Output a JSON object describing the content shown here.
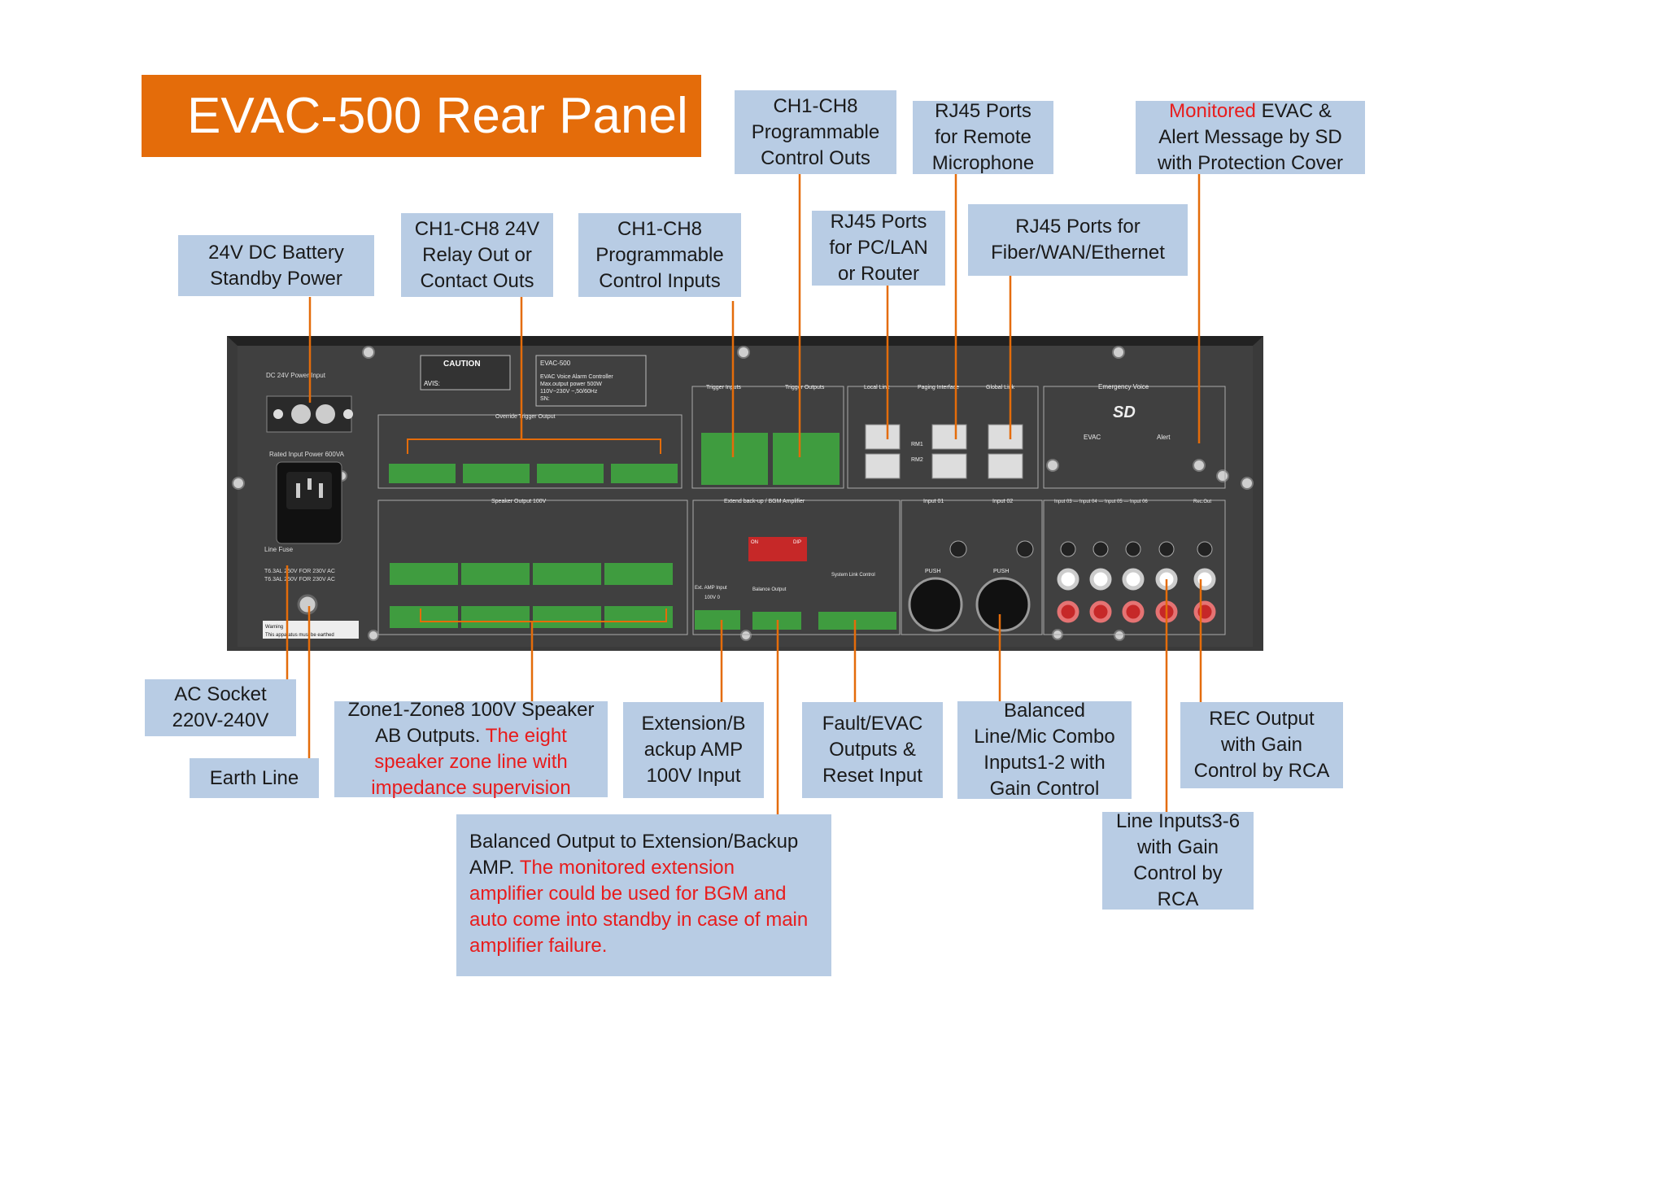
{
  "title": "EVAC-500 Rear Panel",
  "callouts": {
    "battery": [
      "24V DC Battery",
      "Standby  Power"
    ],
    "relay": [
      "CH1-CH8 24V",
      "Relay Out or",
      "Contact Outs"
    ],
    "prog_inputs": [
      "CH1-CH8",
      "Programmable",
      "Control  Inputs"
    ],
    "prog_outs": [
      "CH1-CH8",
      "Programmable",
      "Control  Outs"
    ],
    "rj45_mic": [
      "RJ45 Ports",
      "for Remote",
      "Microphone"
    ],
    "monitored": {
      "highlight": "Monitored",
      "rest": " EVAC &",
      "line2": "Alert Message by SD",
      "line3": "with Protection Cover"
    },
    "rj45_pc": [
      "RJ45 Ports",
      "for PC/LAN",
      "or Router"
    ],
    "rj45_fiber": [
      "RJ45 Ports for",
      "Fiber/WAN/Ethernet"
    ],
    "ac_socket": [
      "AC Socket",
      "220V-240V"
    ],
    "earth": "Earth Line",
    "zone": {
      "line1": "Zone1-Zone8 100V Speaker",
      "line2a": "AB Outputs. ",
      "line2b": "The eight",
      "line3": "speaker zone line with",
      "line4": "impedance supervision"
    },
    "extension": [
      "Extension/B",
      "ackup AMP",
      "100V Input"
    ],
    "fault": [
      "Fault/EVAC",
      "Outputs &",
      "Reset Input"
    ],
    "balanced": [
      "Balanced",
      "Line/Mic Combo",
      "Inputs1-2 with",
      "Gain Control"
    ],
    "rec": [
      "REC Output",
      "with Gain",
      "Control by RCA"
    ],
    "line_inputs": [
      "Line Inputs3-6",
      "with Gain",
      "Control by",
      "RCA"
    ],
    "balanced_out": {
      "line1": "Balanced Output to Extension/Backup",
      "line2a": "AMP. ",
      "line2b": "The monitored extension",
      "line3": "amplifier could be used for BGM and",
      "line4": "auto come into standby in case of main",
      "line5": "amplifier failure."
    }
  },
  "panel": {
    "dc_label": "DC 24V Power Input",
    "caution": "CAUTION",
    "avis": "AVIS:",
    "model": "EVAC-500",
    "spec1": "EVAC Voice Alarm Controller",
    "spec2": "Max.output power 500W",
    "spec3": "110V~230V ~,50/60Hz",
    "spec4": "SN:",
    "rated": "Rated Input Power 600VA",
    "line_fuse": "Line Fuse",
    "fuse1": "T6.3AL 250V FOR 230V AC",
    "fuse2": "T6.3AL 250V FOR 230V AC",
    "warning": "Warning",
    "earthed": "This apparatus must be earthed",
    "override": "Override Trigger Output",
    "trigger_inputs": "Trigger Inputs",
    "trigger_outputs": "Trigger Outputs",
    "local_link": "Local Link",
    "paging": "Paging Interface",
    "global_link": "Global Link",
    "emergency_voice": "Emergency Voice",
    "sd": "SD",
    "evac": "EVAC",
    "alert": "Alert",
    "speaker_output": "Speaker Output 100V",
    "extend": "Extend back-up / BGM Amplifier",
    "input01": "Input 01",
    "input02": "Input 02",
    "inputs36": "Input 03 — Input 04 — Input 05 — Input 06",
    "rec_out": "Rec.Out",
    "ext_amp": "Ext. AMP Input",
    "ext_100v": "100V  0",
    "balance_out": "Balance Output",
    "sys_link": "System Link Control",
    "push": "PUSH",
    "dip_on": "ON",
    "dip": "DIP",
    "rm1": "RM1",
    "rm2": "RM2"
  },
  "colors": {
    "title_bg": "#e46c0a",
    "callout_bg": "#b8cce4",
    "leader": "#e46c0a",
    "highlight": "#e81c1c",
    "panel": "#3c3c3c",
    "terminal": "#3f9c3f"
  }
}
